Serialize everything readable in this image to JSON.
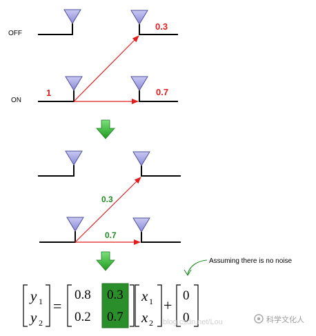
{
  "state_labels": {
    "off": "OFF",
    "on": "ON"
  },
  "top_diagram": {
    "input_value": "1",
    "gain_to_upper": "0.3",
    "gain_to_lower": "0.7"
  },
  "middle_diagram": {
    "gain_upper_path": "0.3",
    "gain_lower_path": "0.7"
  },
  "annotation": "Assuming there is no noise",
  "equation": {
    "y": [
      "y",
      "y"
    ],
    "y_sub": [
      "1",
      "2"
    ],
    "h_col1": [
      "0.8",
      "0.2"
    ],
    "h_col2": [
      "0.3",
      "0.7"
    ],
    "x": [
      "x",
      "x"
    ],
    "x_sub": [
      "1",
      "2"
    ],
    "equals": "=",
    "plus": "+",
    "noise": [
      "0",
      "0"
    ]
  },
  "watermark": {
    "url_text": "blog.csdn.net/Lou",
    "brand_text": "科学文化人"
  },
  "colors": {
    "red": "#e11d1d",
    "green": "#1f8a1f",
    "highlight": "#2a8f2a",
    "antenna_fill": "#a9a9e8",
    "antenna_stroke": "#4d4d99"
  }
}
